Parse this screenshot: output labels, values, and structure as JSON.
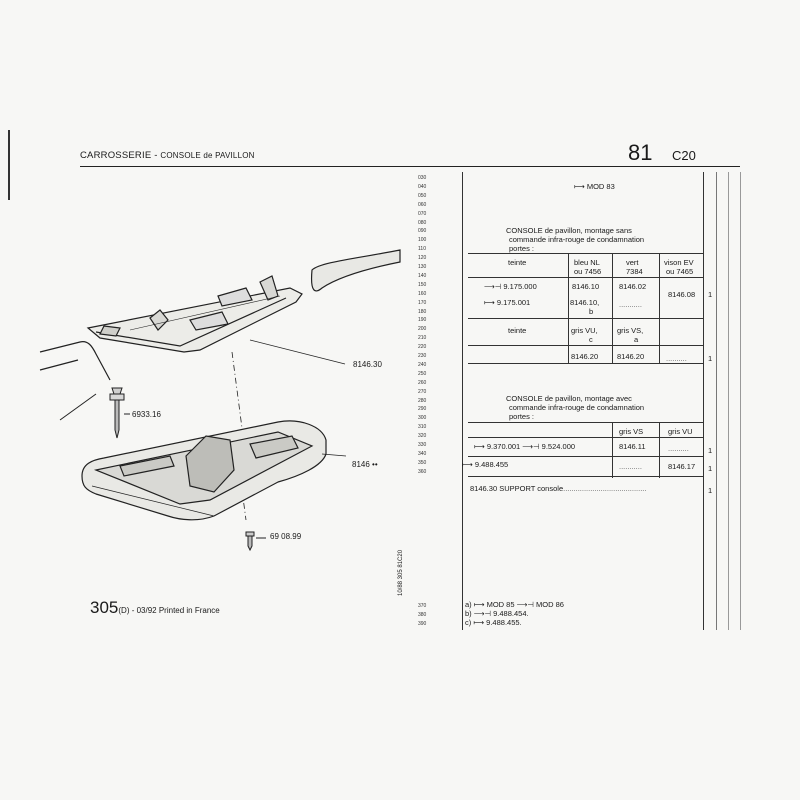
{
  "header": {
    "title_main": "CARROSSERIE",
    "title_sep": " - ",
    "title_sub": "CONSOLE de PAVILLON",
    "page_number": "81",
    "page_code": "C20"
  },
  "diagram_labels": {
    "part_a": "8146.30",
    "part_b": "8146 ••",
    "screw_a": "6933.16",
    "screw_b": "69 08.99"
  },
  "row_numbers": [
    "030",
    "040",
    "050",
    "060",
    "070",
    "080",
    "090",
    "100",
    "110",
    "120",
    "130",
    "140",
    "150",
    "160",
    "170",
    "180",
    "190",
    "200",
    "210",
    "220",
    "230",
    "240",
    "250",
    "260",
    "270",
    "280",
    "290",
    "300",
    "310",
    "320",
    "330",
    "340",
    "350",
    "360"
  ],
  "table": {
    "mod83": "MOD 83",
    "section1_title": [
      "CONSOLE de pavillon, montage sans",
      "commande infra-rouge de condamnation",
      "portes :"
    ],
    "col_teinte": "teinte",
    "col_bleu": [
      "bleu NL",
      "ou 7456"
    ],
    "col_vert": [
      "vert",
      "7384"
    ],
    "col_vison": [
      "vison EV",
      "ou 7465"
    ],
    "row1_ref": "9.175.000",
    "row1_bleu": "8146.10",
    "row1_vert": "8146.02",
    "row2_ref": "9.175.001",
    "row2_bleu": [
      "8146.10,",
      "b"
    ],
    "vison_ref": "8146.08",
    "qty1": "1",
    "teinte2": "teinte",
    "col_grisvu": [
      "gris VU,",
      "c"
    ],
    "col_grisvs": [
      "gris VS,",
      "a"
    ],
    "row3_a": "8146.20",
    "row3_b": "8146.20",
    "qty2": "1",
    "section2_title": [
      "CONSOLE de pavillon, montage avec",
      "commande infra-rouge de condamnation",
      "portes :"
    ],
    "col2_grisvs": "gris VS",
    "col2_grisvu": "gris VU",
    "row4_ref_a": "9.370.001",
    "row4_ref_b": "9.524.000",
    "row4_val": "8146.11",
    "qty3": "1",
    "row5_ref": "9.488.455",
    "row5_val": "8146.17",
    "qty4": "1",
    "support_line": "8146.30 SUPPORT console",
    "qty5": "1"
  },
  "notes": {
    "row_a": "370",
    "row_b": "380",
    "row_c": "390",
    "a_label": "a)",
    "a_text1": "MOD 85",
    "a_text2": "MOD 86",
    "b_label": "b)",
    "b_text": "9.488.454.",
    "c_label": "c)",
    "c_text": "9.488.455."
  },
  "footer": {
    "model": "305",
    "sub": "(D)",
    "rest": " - 03/92 Printed in France",
    "side_code": "10/88 305 81C20"
  }
}
